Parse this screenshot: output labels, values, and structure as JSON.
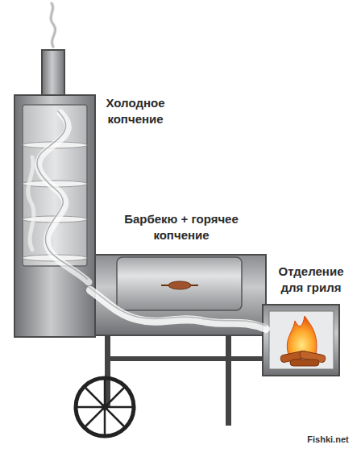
{
  "diagram": {
    "labels": [
      "Холодное копчение",
      "Барбекю + горячее копчение",
      "Отделение для гриля",
      "Fishki.net"
    ]
  }
}
